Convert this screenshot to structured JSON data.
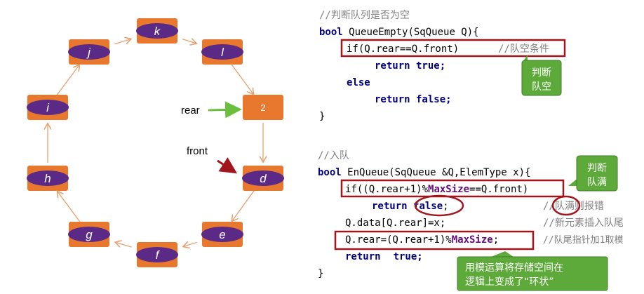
{
  "queue": {
    "nodes": [
      {
        "label": "k",
        "has_element": true
      },
      {
        "label": "l",
        "has_element": true
      },
      {
        "label": "2",
        "has_element": false
      },
      {
        "label": "d",
        "has_element": true
      },
      {
        "label": "e",
        "has_element": true
      },
      {
        "label": "f",
        "has_element": true
      },
      {
        "label": "g",
        "has_element": true
      },
      {
        "label": "h",
        "has_element": true
      },
      {
        "label": "i",
        "has_element": true
      },
      {
        "label": "j",
        "has_element": true
      }
    ],
    "rear_label": "rear",
    "front_label": "front"
  },
  "code": {
    "comment1": "//判断队列是否为空",
    "empty_sig_kw": "bool ",
    "empty_sig_rest": "QueueEmpty(SqQueue Q){",
    "empty_if": "if(Q.rear==Q.front)",
    "empty_if_comment": "//队空条件",
    "return_true": "return true;",
    "else_kw": "else",
    "return_false": "return false;",
    "close1": "}",
    "comment2": "//入队",
    "en_sig_kw": "bool ",
    "en_sig_rest": "EnQueue(SqQueue &Q,ElemType x){",
    "en_if_a": "if((Q.rear+1)%",
    "en_if_b": "MaxSize",
    "en_if_c": "==Q.front)",
    "en_return_kw": "return ",
    "en_return_val": "false",
    "en_return_end": ";",
    "en_return_comment": "//队满则报错",
    "assign_data": "Q.data[Q.rear]=x;",
    "assign_data_comment": "//新元素插入队尾",
    "assign_rear_a": "Q.rear=(Q.rear+1)%",
    "assign_rear_b": "MaxSize",
    "assign_rear_c": ";",
    "assign_rear_comment": "//队尾指针加1取模",
    "final_return_kw": "return",
    "final_return_val": "true;",
    "close2": "}"
  },
  "callouts": {
    "empty_line1": "判断",
    "empty_line2": "队空",
    "full_line1": "判断",
    "full_line2": "队满",
    "mod_line1": "用模运算将存储空间在",
    "mod_line2": "逻辑上变成了“环状”"
  },
  "colors": {
    "box": "#E8782E",
    "ellipse": "#5B2A86",
    "arrow": "#E8A070",
    "rear_arrow": "#6BBF3F",
    "front_arrow": "#A0161C",
    "highlight": "#A0161C",
    "callout": "#5DAA3A",
    "keyword": "#000080",
    "comment": "#808080",
    "purple_code": "#660E7A"
  }
}
